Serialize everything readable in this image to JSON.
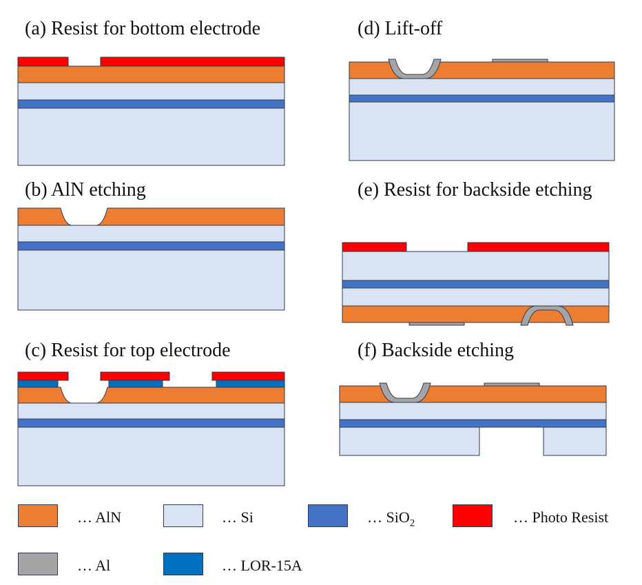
{
  "colors": {
    "aln": "#ED7D31",
    "si": "#DAE3F3",
    "sio2": "#4472C4",
    "photo_resist": "#FF0000",
    "al": "#A5A5A5",
    "lor": "#0070C0",
    "outline": "#2F3A4F"
  },
  "steps": {
    "a": "(a) Resist for bottom electrode",
    "b": "(b) AlN etching",
    "c": "(c) Resist for top electrode",
    "d": "(d) Lift-off",
    "e": "(e) Resist for backside etching",
    "f": "(f) Backside etching"
  },
  "legend": {
    "aln": "…   AlN",
    "si": "…   Si",
    "sio2_main": "…   SiO",
    "sio2_sub": "2",
    "photo_resist": "…   Photo Resist",
    "al": "…   Al",
    "lor": "…   LOR-15A"
  }
}
